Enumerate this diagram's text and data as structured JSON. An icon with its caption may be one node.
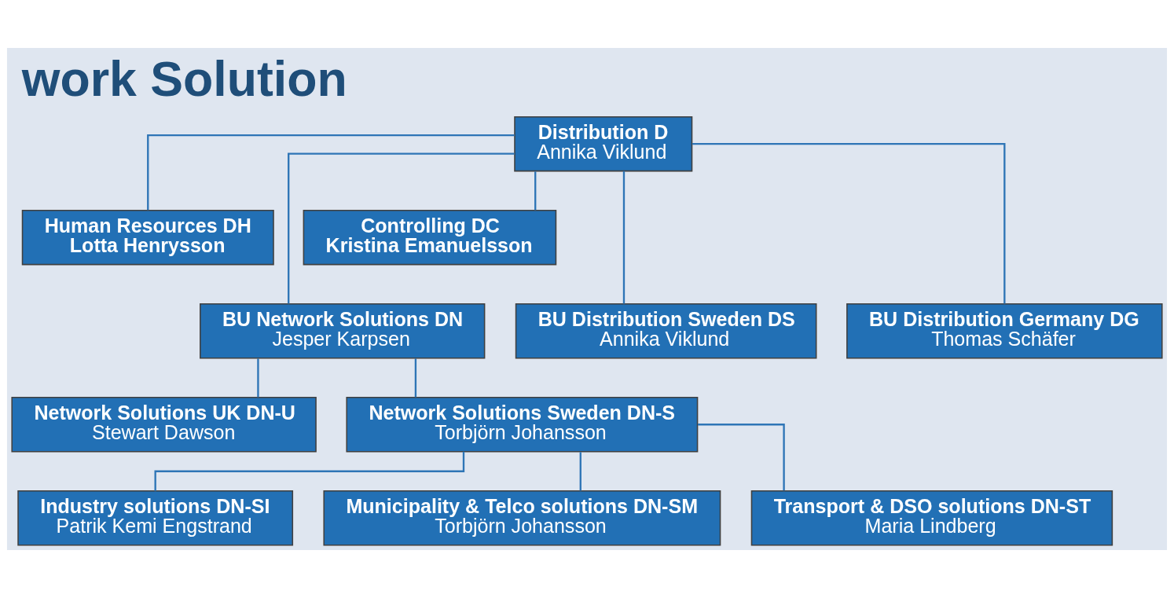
{
  "diagram": {
    "title": "work Solution",
    "nodes": [
      {
        "text": [
          "Distribution D",
          "Annika Viklund"
        ]
      },
      {
        "text": [
          "Human Resources DH",
          "Lotta Henrysson"
        ]
      },
      {
        "text": [
          "Controlling DC",
          "Kristina Emanuelsson"
        ]
      },
      {
        "text": [
          "BU Network Solutions DN",
          "Jesper Karpsen"
        ]
      },
      {
        "text": [
          "BU Distribution Sweden DS",
          "Annika Viklund"
        ]
      },
      {
        "text": [
          "BU Distribution Germany DG",
          "Thomas Schäfer"
        ]
      },
      {
        "text": [
          "Network Solutions UK DN-U",
          "Stewart Dawson"
        ]
      },
      {
        "text": [
          "Network Solutions Sweden DN-S",
          "Torbjörn Johansson"
        ]
      },
      {
        "text": [
          "Industry solutions DN-SI",
          "Patrik Kemi Engstrand"
        ]
      },
      {
        "text": [
          "Municipality & Telco solutions DN-SM",
          "Torbjörn Johansson"
        ]
      },
      {
        "text": [
          "Transport & DSO solutions DN-ST",
          "Maria Lindberg"
        ]
      }
    ],
    "edges": [
      {
        "from": 0,
        "to": 1,
        "arrow": "none"
      },
      {
        "from": 0,
        "to": 2,
        "arrow": "none"
      },
      {
        "from": 0,
        "to": 3,
        "arrow": "none"
      },
      {
        "from": 0,
        "to": 4,
        "arrow": "none"
      },
      {
        "from": 0,
        "to": 5,
        "arrow": "none"
      },
      {
        "from": 3,
        "to": 6,
        "arrow": "none"
      },
      {
        "from": 3,
        "to": 7,
        "arrow": "none"
      },
      {
        "from": 7,
        "to": 8,
        "arrow": "none"
      },
      {
        "from": 7,
        "to": 9,
        "arrow": "none"
      },
      {
        "from": 7,
        "to": 10,
        "arrow": "none"
      }
    ]
  }
}
